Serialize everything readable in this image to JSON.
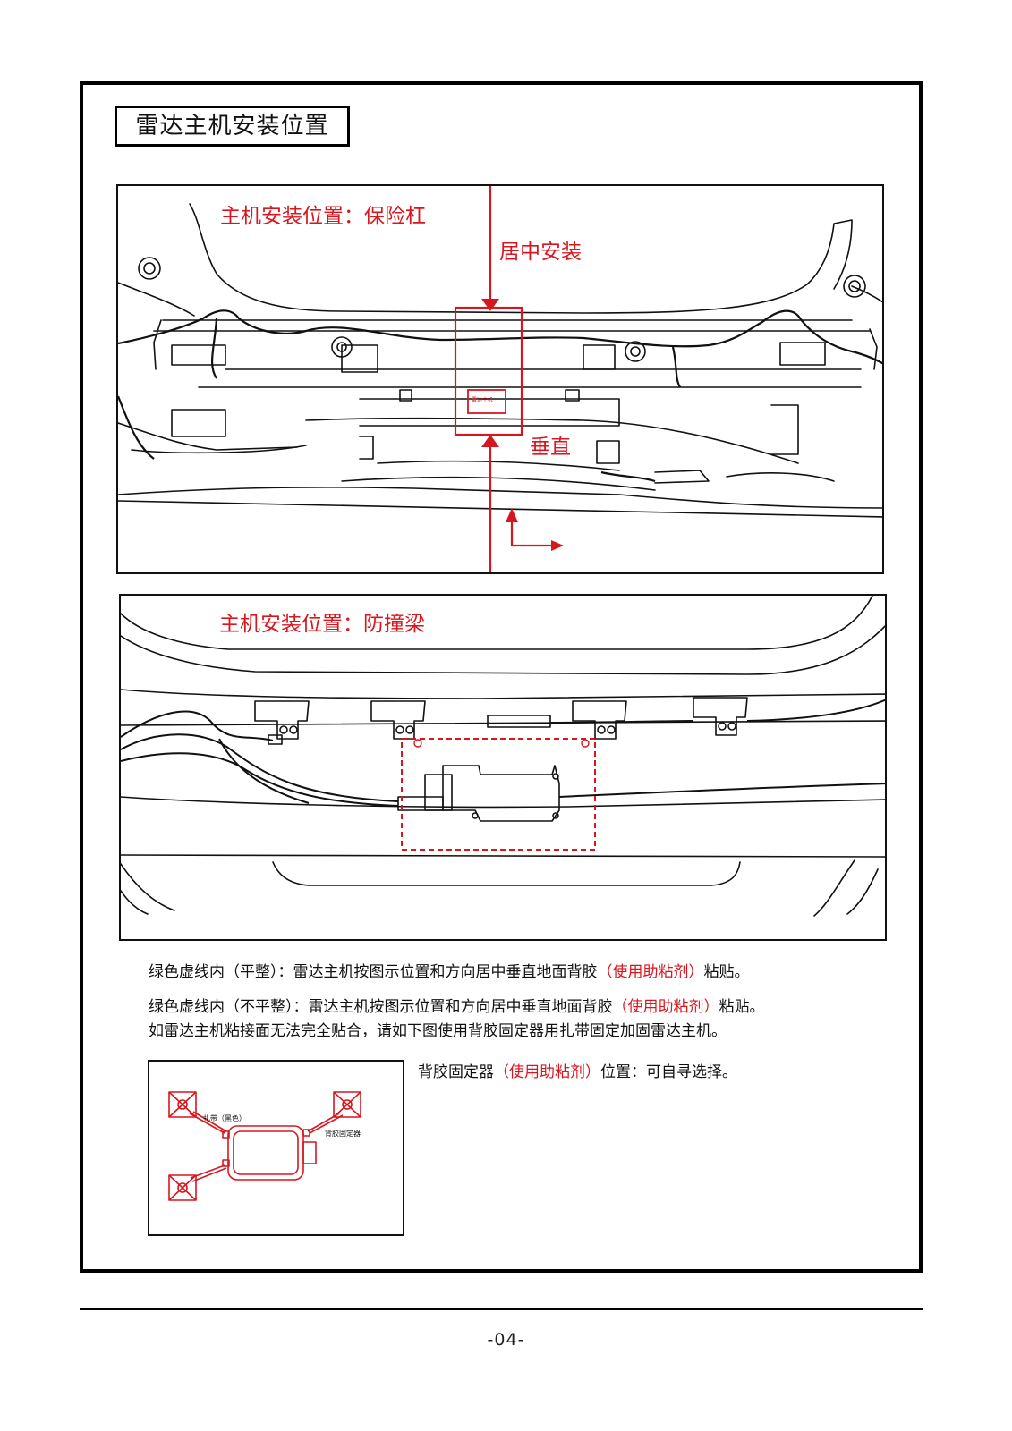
{
  "section_title": "雷达主机安装位置",
  "panel1": {
    "title": "主机安装位置：保险杠",
    "center_label": "居中安装",
    "vertical_label": "垂直",
    "unit_tag": "雷达主机"
  },
  "panel2": {
    "title": "主机安装位置：防撞梁"
  },
  "notes": {
    "line1_pre": "绿色虚线内（平整）：雷达主机按图示位置和方向居中垂直地面背胶",
    "line1_hl": "（使用助粘剂）",
    "line1_post": "粘贴。",
    "line2_pre": "绿色虚线内（不平整）：雷达主机按图示位置和方向居中垂直地面背胶",
    "line2_hl": "（使用助粘剂）",
    "line2_post": "粘贴。",
    "line3": "如雷达主机粘接面无法完全贴合，请如下图使用背胶固定器用扎带固定加固雷达主机。"
  },
  "inset": {
    "tie_label": "扎带（黑色）",
    "holder_label": "背胶固定器",
    "note_pre": "背胶固定器",
    "note_hl": "（使用助粘剂）",
    "note_post": "位置：可自寻选择。"
  },
  "page_number": "-04-",
  "colors": {
    "accent_red": "#d7171f",
    "line": "#111111"
  }
}
